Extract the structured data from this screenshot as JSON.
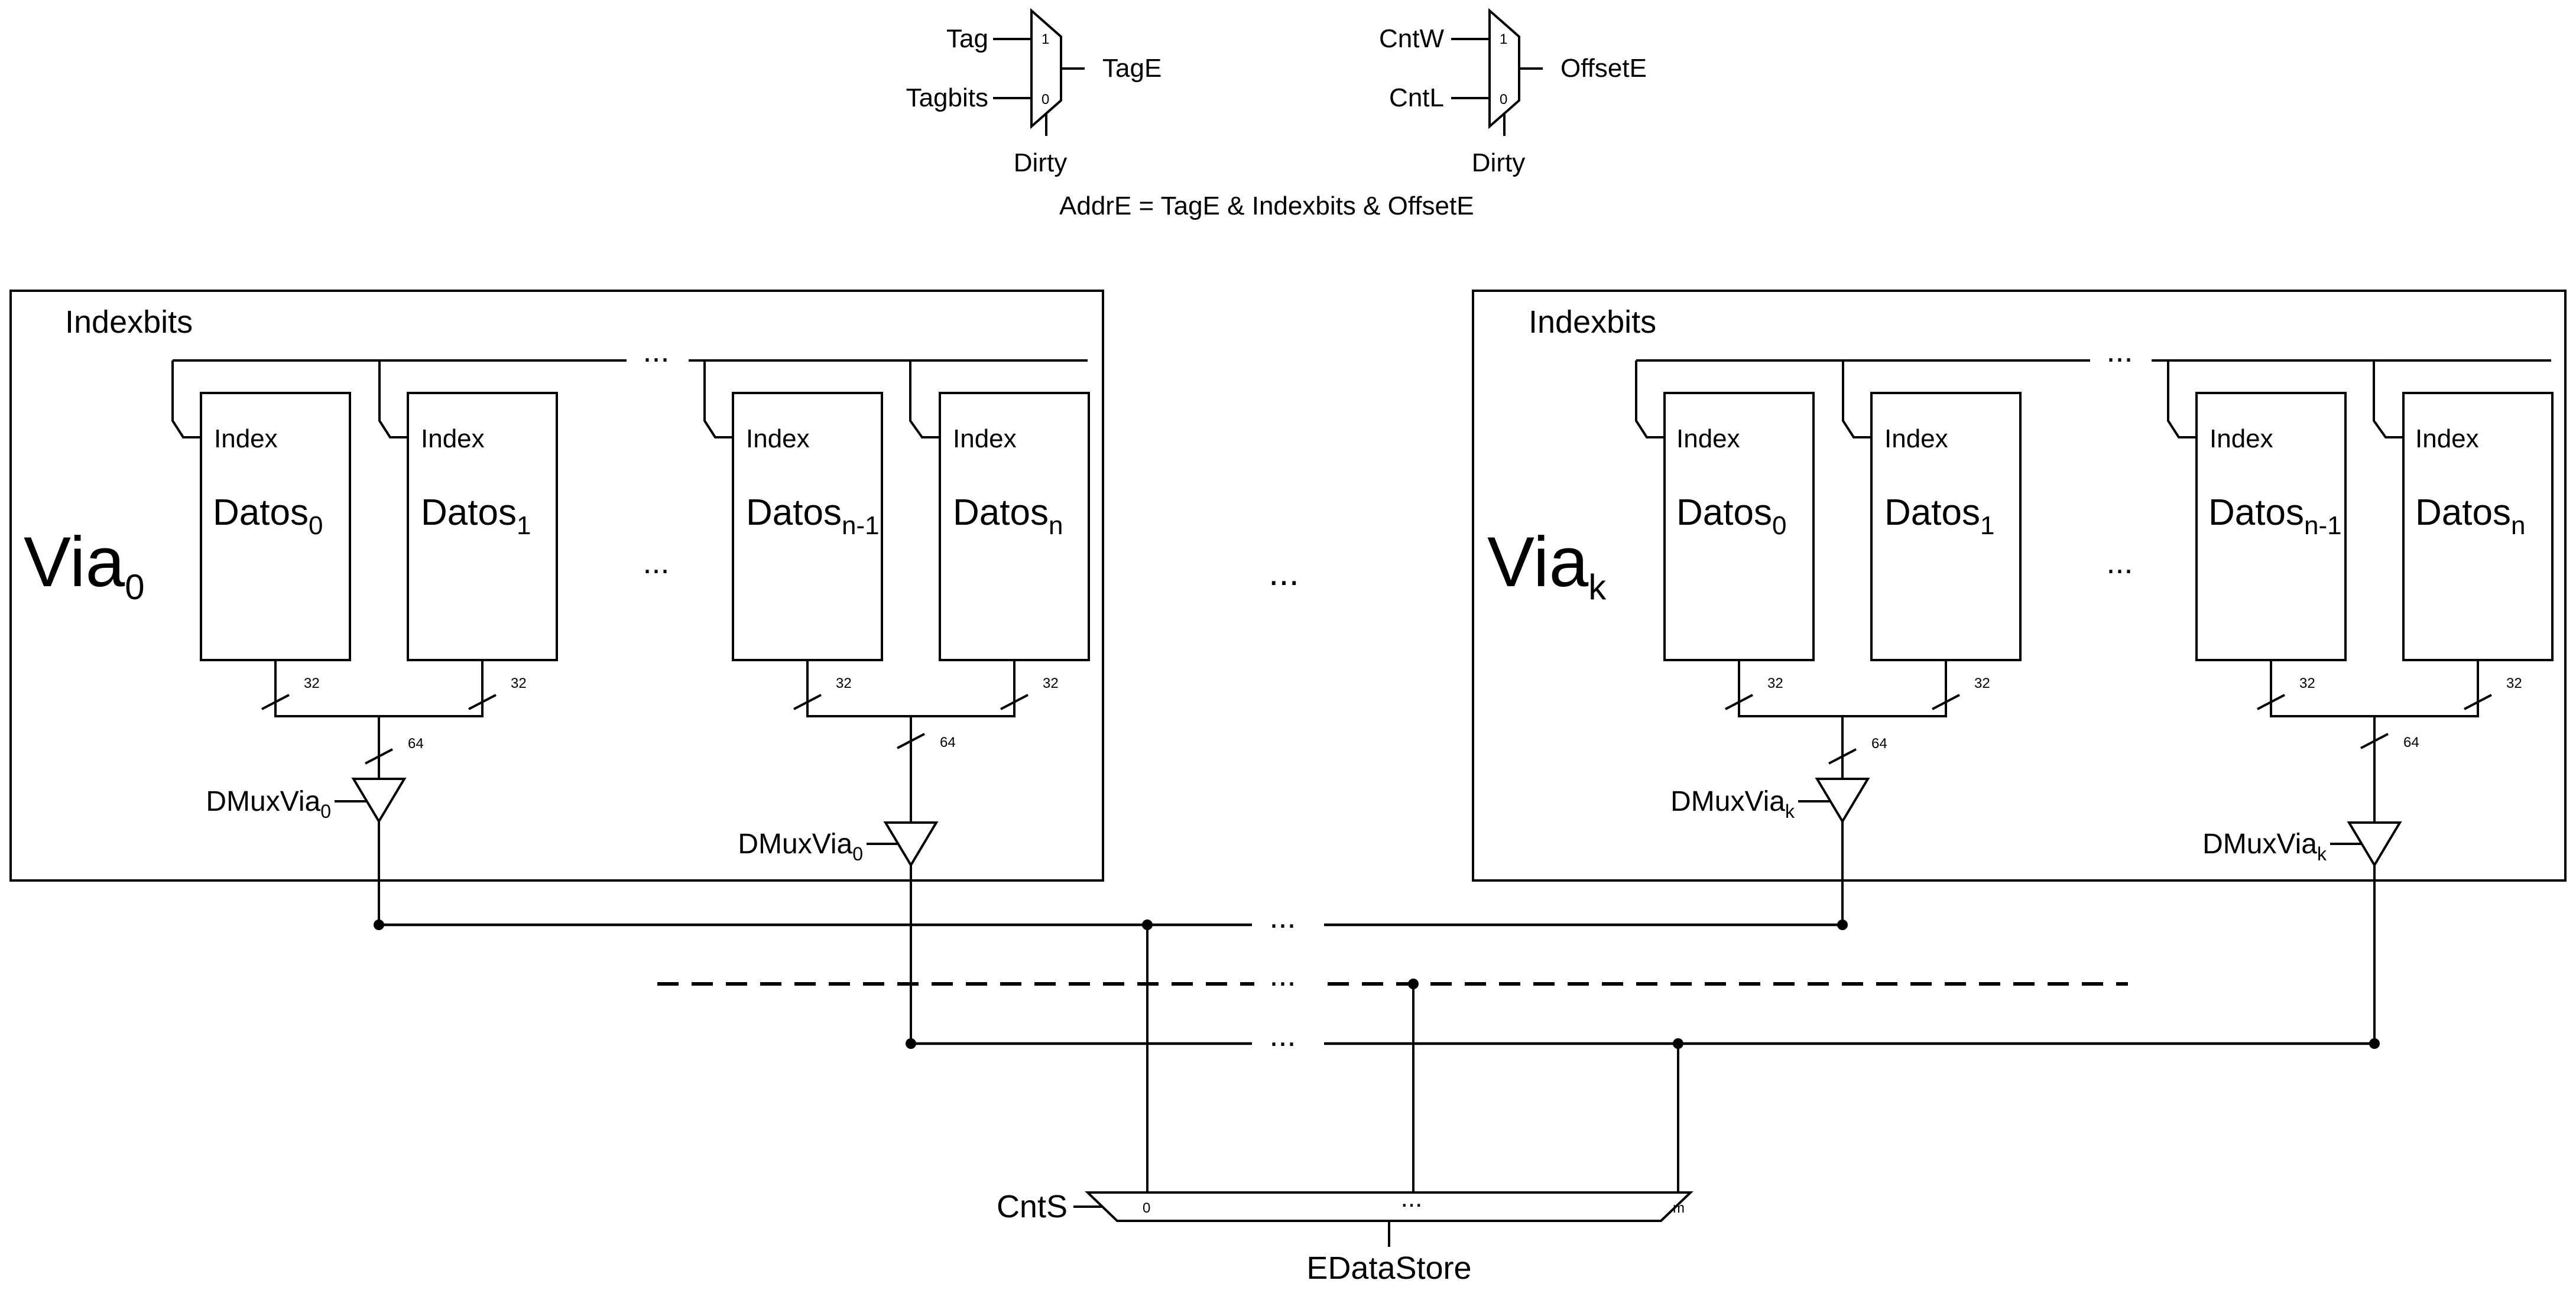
{
  "mux_tag": {
    "in1": "Tag",
    "in0": "Tagbits",
    "out": "TagE",
    "sel": "Dirty",
    "pin1": "1",
    "pin0": "0"
  },
  "mux_offset": {
    "in1": "CntW",
    "in0": "CntL",
    "out": "OffsetE",
    "sel": "Dirty",
    "pin1": "1",
    "pin0": "0"
  },
  "addr_expr": "AddrE =  TagE & Indexbits & OffsetE",
  "ways": [
    {
      "name": "Via",
      "name_sub": "0",
      "indexbits": "Indexbits",
      "blocks": [
        {
          "index": "Index",
          "name": "Datos",
          "sub": "0"
        },
        {
          "index": "Index",
          "name": "Datos",
          "sub": "1"
        },
        {
          "index": "Index",
          "name": "Datos",
          "sub": "n-1"
        },
        {
          "index": "Index",
          "name": "Datos",
          "sub": "n"
        }
      ],
      "drivers": [
        {
          "name": "DMuxVia",
          "sub": "0"
        },
        {
          "name": "DMuxVia",
          "sub": "0"
        }
      ]
    },
    {
      "name": "Via",
      "name_sub": "k",
      "indexbits": "Indexbits",
      "blocks": [
        {
          "index": "Index",
          "name": "Datos",
          "sub": "0"
        },
        {
          "index": "Index",
          "name": "Datos",
          "sub": "1"
        },
        {
          "index": "Index",
          "name": "Datos",
          "sub": "n-1"
        },
        {
          "index": "Index",
          "name": "Datos",
          "sub": "n"
        }
      ],
      "drivers": [
        {
          "name": "DMuxVia",
          "sub": "k"
        },
        {
          "name": "DMuxVia",
          "sub": "k"
        }
      ]
    }
  ],
  "bus_width_32": "32",
  "bus_width_64": "64",
  "ellipsis": "...",
  "store_mux": {
    "sel": "CntS",
    "out": "EDataStore",
    "pin_first": "0",
    "pin_last": "m"
  }
}
